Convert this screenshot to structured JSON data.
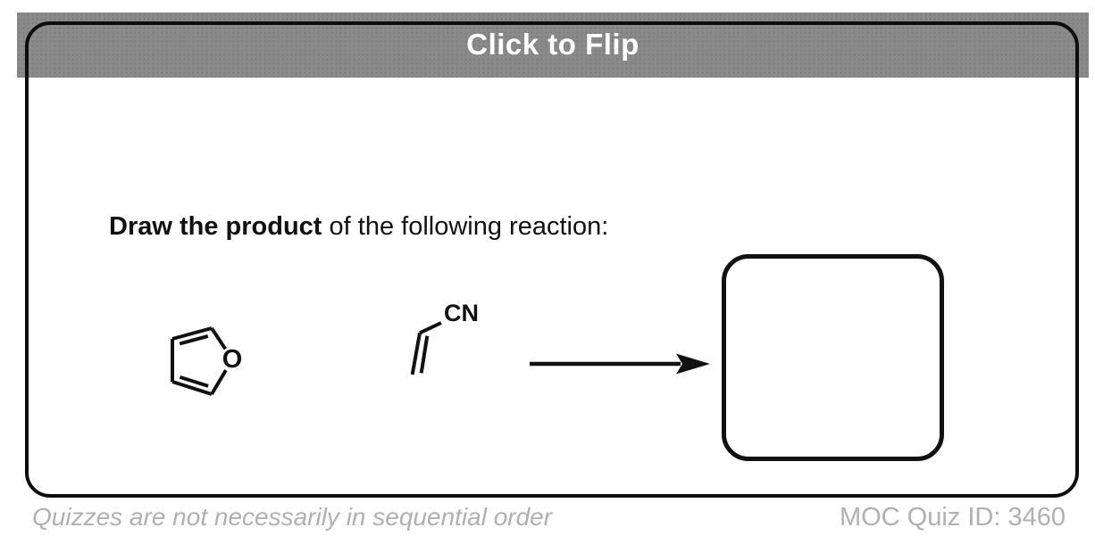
{
  "card": {
    "flip_label": "Click to Flip"
  },
  "question": {
    "prompt_bold": "Draw the product",
    "prompt_rest": " of the following reaction:"
  },
  "reaction": {
    "reactant_furan": {
      "name": "furan",
      "heteroatom_label": "O"
    },
    "reactant_acrylonitrile": {
      "name": "acrylonitrile",
      "group_label": "CN"
    },
    "arrow": "forward-reaction-arrow",
    "product_box": "empty-answer-box"
  },
  "footer": {
    "left_note": "Quizzes are not necessarily in sequential order",
    "right_note": "MOC Quiz ID: 3460",
    "quiz_id": "3460"
  },
  "colors": {
    "header_bar": "#8a8a8a",
    "header_text": "#ffffff",
    "footer_text": "#b0b0b0",
    "ink": "#111111",
    "background": "#ffffff"
  }
}
